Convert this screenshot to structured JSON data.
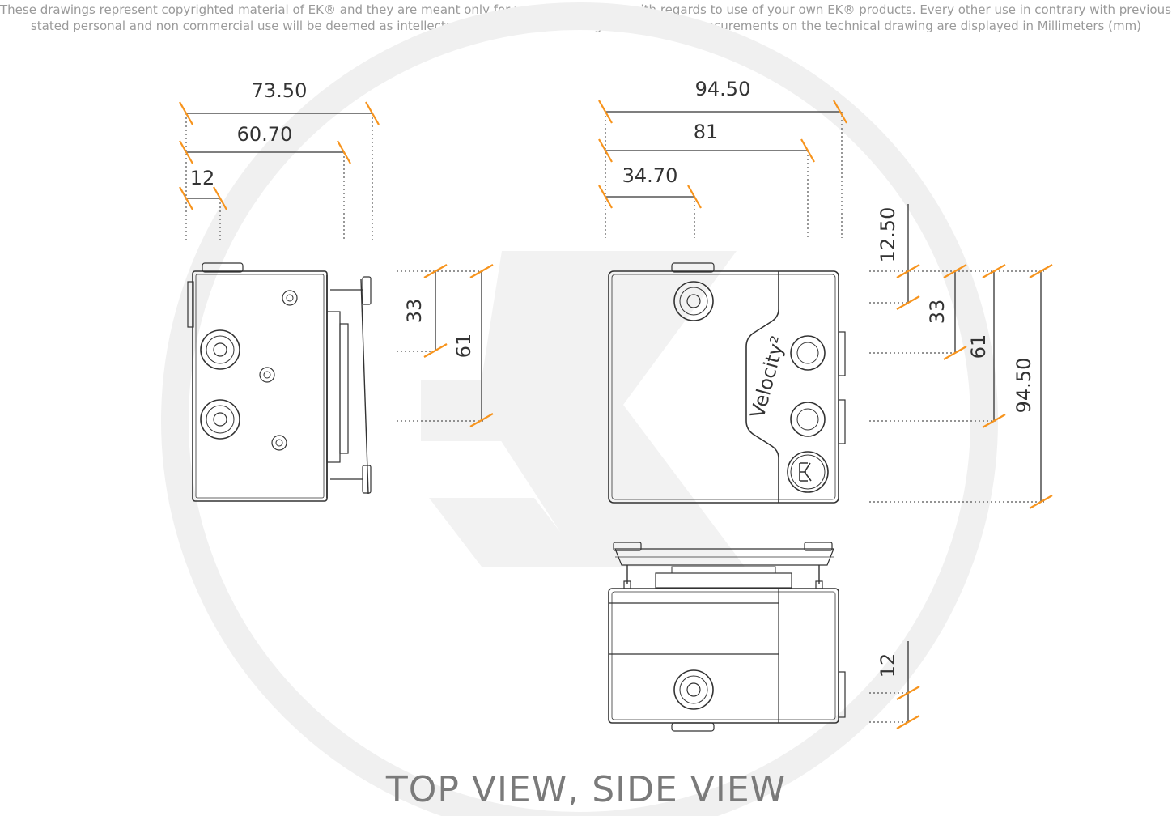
{
  "disclaimer": {
    "line1": "These drawings represent copyrighted material of EK® and they are meant only for your personal use, with regards to use of  your own EK® products. Every other use in contrary with previously",
    "line2": "stated personal and non commercial use will be deemed as intellectual property rights infringement.All the measurements on the technical drawing are displayed in Millimeters (mm)"
  },
  "caption": "TOP VIEW, SIDE VIEW",
  "brand_label": "Velocity²",
  "colors": {
    "accent": "#f7941d",
    "line": "#333333",
    "watermark": "#f0f0f0"
  },
  "dimensions": {
    "top_view_width": {
      "overall": "73.50",
      "body": "60.70",
      "port": "12"
    },
    "top_view_height": {
      "ports": "33",
      "overall": "61"
    },
    "side_view_width": {
      "overall": "94.50",
      "body": "81",
      "port": "34.70"
    },
    "side_view_height": {
      "offset": "12.50",
      "ports": "33",
      "body": "61",
      "overall": "94.50"
    },
    "bottom_view": {
      "port": "12"
    }
  }
}
